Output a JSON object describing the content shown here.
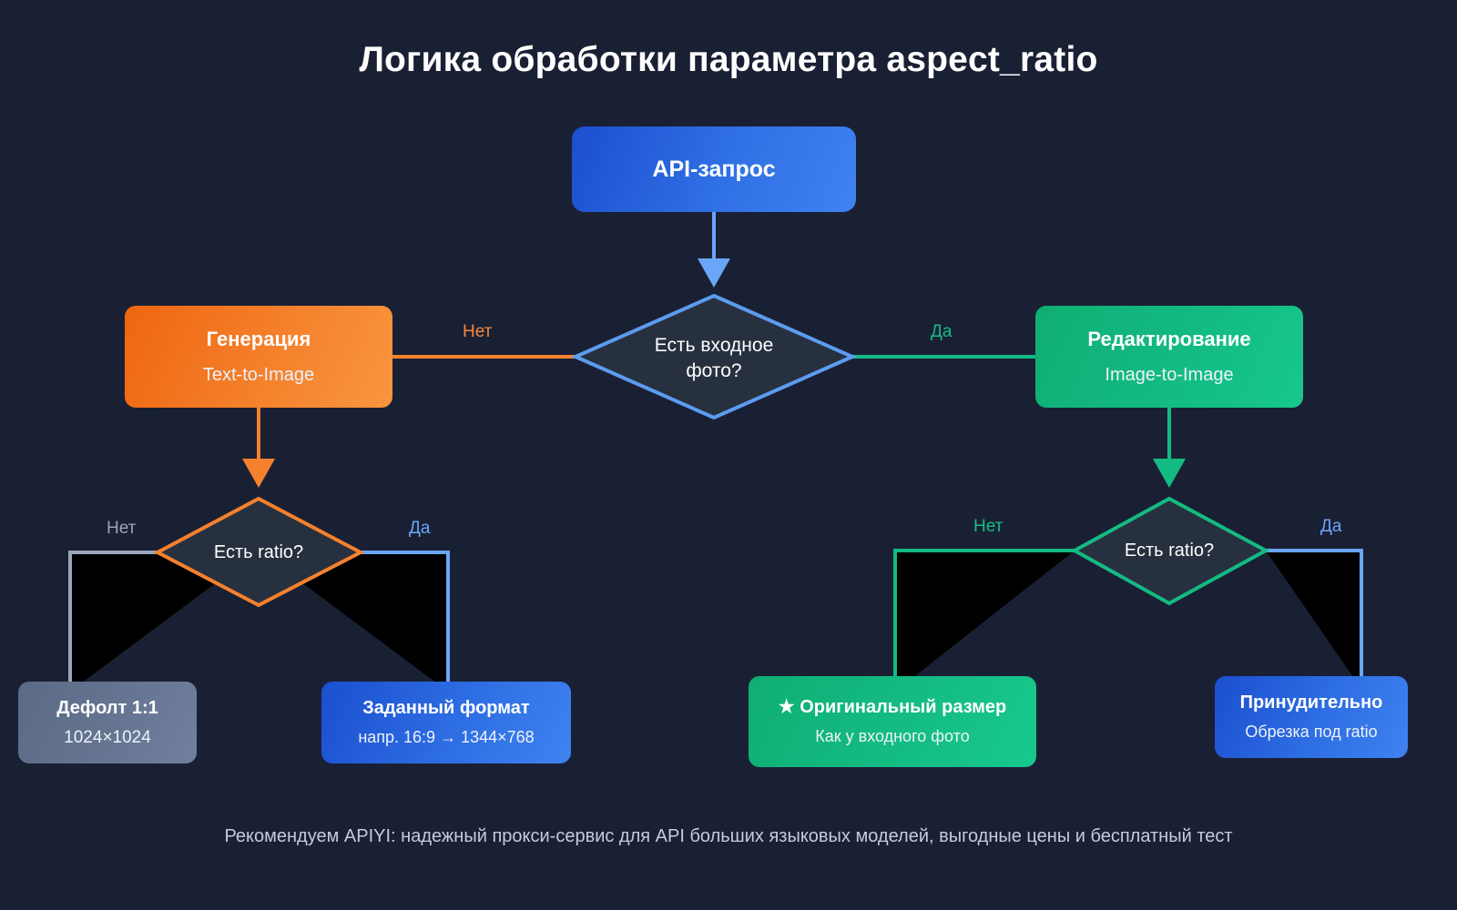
{
  "page": {
    "title": "Логика обработки параметра aspect_ratio",
    "footer": "Рекомендуем APIYI: надежный прокси-сервис для API больших языковых моделей, выгодные цены и бесплатный тест",
    "background_color": "#1a2034"
  },
  "colors": {
    "blue": "#3f82f0",
    "light_blue": "#6aa6f7",
    "orange": "#f5812c",
    "green": "#13bb82",
    "gray": "#667591",
    "diamond_fill": "#27303f",
    "text": "#ffffff"
  },
  "nodes": {
    "api_request": {
      "title": "API-запрос"
    },
    "generation": {
      "title": "Генерация",
      "subtitle": "Text-to-Image"
    },
    "editing": {
      "title": "Редактирование",
      "subtitle": "Image-to-Image"
    },
    "default_square": {
      "title": "Дефолт 1:1",
      "subtitle": "1024×1024"
    },
    "given_format": {
      "title": "Заданный формат",
      "subtitle": "напр. 16:9 → 1344×768"
    },
    "original_size": {
      "star": "★",
      "title": "Оригинальный размер",
      "subtitle": "Как у входного фото"
    },
    "forced_crop": {
      "title": "Принудительно",
      "subtitle": "Обрезка под ratio"
    }
  },
  "decisions": {
    "has_input_photo": {
      "line1": "Есть входное",
      "line2": "фото?"
    },
    "left_has_ratio": {
      "line1": "Есть ratio?"
    },
    "right_has_ratio": {
      "line1": "Есть ratio?"
    }
  },
  "edge_labels": {
    "no_to_generation": "Нет",
    "yes_to_editing": "Да",
    "left_no": "Нет",
    "left_yes": "Да",
    "right_no": "Нет",
    "right_yes": "Да"
  },
  "chart_data": {
    "type": "diagram",
    "subtype": "flowchart",
    "title": "Логика обработки параметра aspect_ratio",
    "nodes": [
      {
        "id": "api",
        "shape": "rounded-rect",
        "label": "API-запрос",
        "color": "#3f82f0"
      },
      {
        "id": "has_photo",
        "shape": "diamond",
        "label": "Есть входное фото?",
        "color": "#6aa6f7"
      },
      {
        "id": "gen",
        "shape": "rounded-rect",
        "label": "Генерация",
        "sublabel": "Text-to-Image",
        "color": "#f5812c"
      },
      {
        "id": "edit",
        "shape": "rounded-rect",
        "label": "Редактирование",
        "sublabel": "Image-to-Image",
        "color": "#13bb82"
      },
      {
        "id": "ratio_l",
        "shape": "diamond",
        "label": "Есть ratio?",
        "color": "#f5812c"
      },
      {
        "id": "ratio_r",
        "shape": "diamond",
        "label": "Есть ratio?",
        "color": "#13bb82"
      },
      {
        "id": "default",
        "shape": "rounded-rect",
        "label": "Дефолт 1:1",
        "sublabel": "1024×1024",
        "color": "#667591"
      },
      {
        "id": "given",
        "shape": "rounded-rect",
        "label": "Заданный формат",
        "sublabel": "напр. 16:9 → 1344×768",
        "color": "#3f82f0"
      },
      {
        "id": "orig",
        "shape": "rounded-rect",
        "label": "★ Оригинальный размер",
        "sublabel": "Как у входного фото",
        "color": "#13bb82"
      },
      {
        "id": "force",
        "shape": "rounded-rect",
        "label": "Принудительно",
        "sublabel": "Обрезка под ratio",
        "color": "#3f82f0"
      }
    ],
    "edges": [
      {
        "from": "api",
        "to": "has_photo",
        "label": "",
        "color": "#6aa6f7"
      },
      {
        "from": "has_photo",
        "to": "gen",
        "label": "Нет",
        "color": "#f5812c"
      },
      {
        "from": "has_photo",
        "to": "edit",
        "label": "Да",
        "color": "#13bb82"
      },
      {
        "from": "gen",
        "to": "ratio_l",
        "label": "",
        "color": "#f5812c"
      },
      {
        "from": "edit",
        "to": "ratio_r",
        "label": "",
        "color": "#13bb82"
      },
      {
        "from": "ratio_l",
        "to": "default",
        "label": "Нет",
        "color": "#9aa5bb"
      },
      {
        "from": "ratio_l",
        "to": "given",
        "label": "Да",
        "color": "#6aa6f7"
      },
      {
        "from": "ratio_r",
        "to": "orig",
        "label": "Нет",
        "color": "#13bb82"
      },
      {
        "from": "ratio_r",
        "to": "force",
        "label": "Да",
        "color": "#6aa6f7"
      }
    ]
  }
}
